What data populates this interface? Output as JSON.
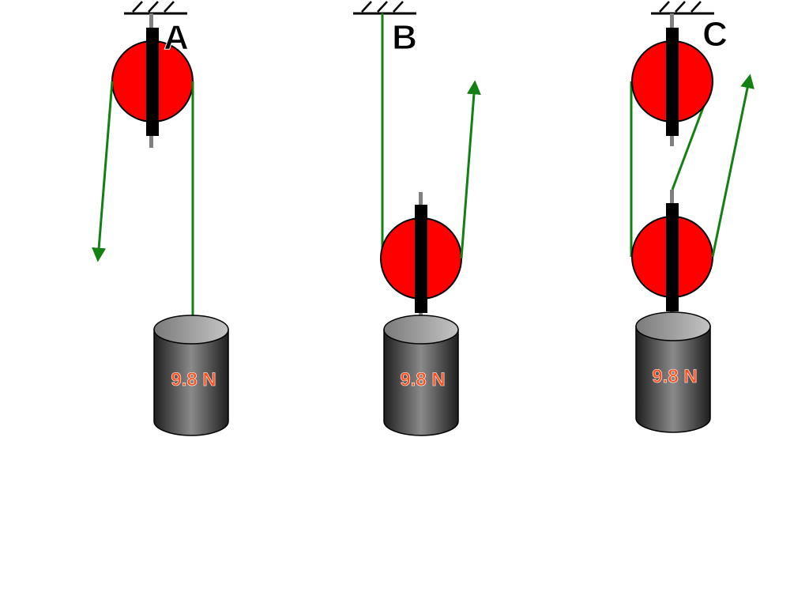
{
  "diagram": {
    "colors": {
      "pulley_fill": "#ff0000",
      "rope": "#138013",
      "axle_bar": "#000000",
      "hanger_rod": "#808080",
      "weight_label": "#ff4d1a",
      "background": "#ffffff"
    },
    "setups": [
      {
        "id": "A",
        "label": "A",
        "weight_label": "9.8 N",
        "type": "fixed-pulley"
      },
      {
        "id": "B",
        "label": "B",
        "weight_label": "9.8 N",
        "type": "movable-pulley"
      },
      {
        "id": "C",
        "label": "C",
        "weight_label": "9.8 N",
        "type": "block-and-tackle"
      }
    ]
  }
}
